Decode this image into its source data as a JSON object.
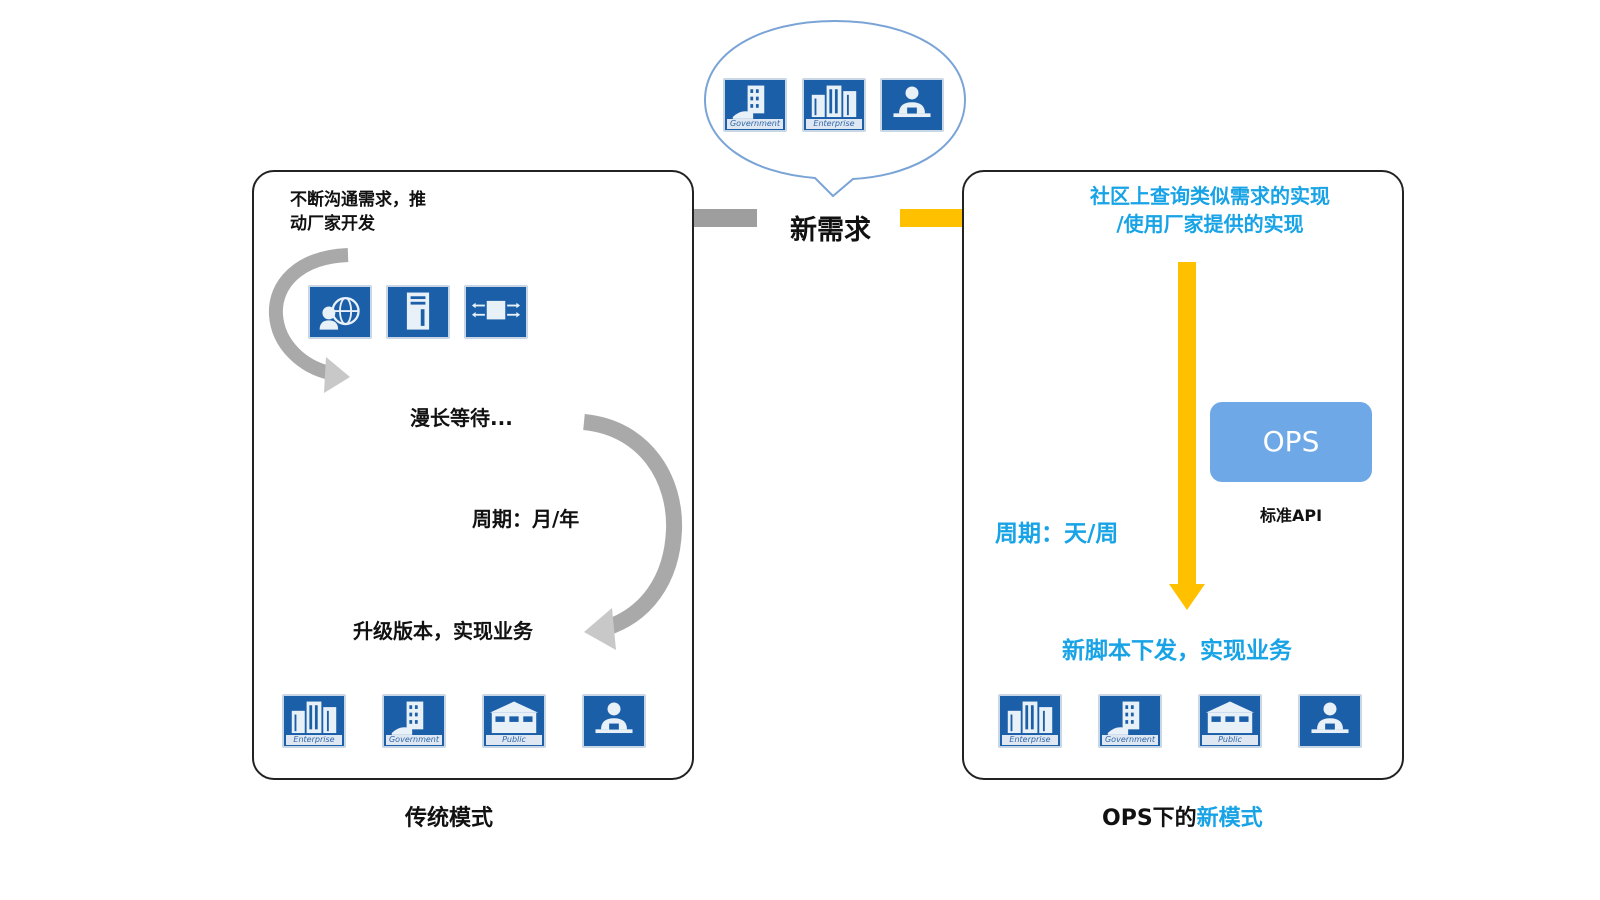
{
  "center": {
    "label": "新需求"
  },
  "bubble": {
    "icons": [
      {
        "icon": "government-building-icon",
        "tag": "Government"
      },
      {
        "icon": "enterprise-building-icon",
        "tag": "Enterprise"
      },
      {
        "icon": "user-at-desk-icon",
        "tag": ""
      }
    ]
  },
  "left_panel": {
    "intro_line1": "不断沟通需求，推",
    "intro_line2": "动厂家开发",
    "vendor_icons": [
      "support-globe-icon",
      "server-rack-icon",
      "network-chip-icon"
    ],
    "wait_text": "漫长等待...",
    "cycle_text": "周期：月/年",
    "upgrade_text": "升级版本，实现业务",
    "bottom_icons": [
      {
        "icon": "enterprise-building-icon",
        "tag": "Enterprise"
      },
      {
        "icon": "government-building-icon",
        "tag": "Government"
      },
      {
        "icon": "public-building-icon",
        "tag": "Public"
      },
      {
        "icon": "user-at-desk-icon",
        "tag": ""
      }
    ],
    "caption": "传统模式"
  },
  "right_panel": {
    "query_line1": "社区上查询类似需求的实现",
    "query_line2": "/使用厂家提供的实现",
    "ops_label": "OPS",
    "api_label": "标准API",
    "cycle_text": "周期：天/周",
    "deploy_text": "新脚本下发，实现业务",
    "bottom_icons": [
      {
        "icon": "enterprise-building-icon",
        "tag": "Enterprise"
      },
      {
        "icon": "government-building-icon",
        "tag": "Government"
      },
      {
        "icon": "public-building-icon",
        "tag": "Public"
      },
      {
        "icon": "user-at-desk-icon",
        "tag": ""
      }
    ],
    "caption_prefix": "OPS下的",
    "caption_highlight": "新模式"
  },
  "colors": {
    "accent_yellow": "#ffc000",
    "accent_cyan": "#17a3e6",
    "icon_blue": "#1b5fa8",
    "ops_blue": "#6ea8e6",
    "arrow_gray": "#9e9e9e"
  }
}
